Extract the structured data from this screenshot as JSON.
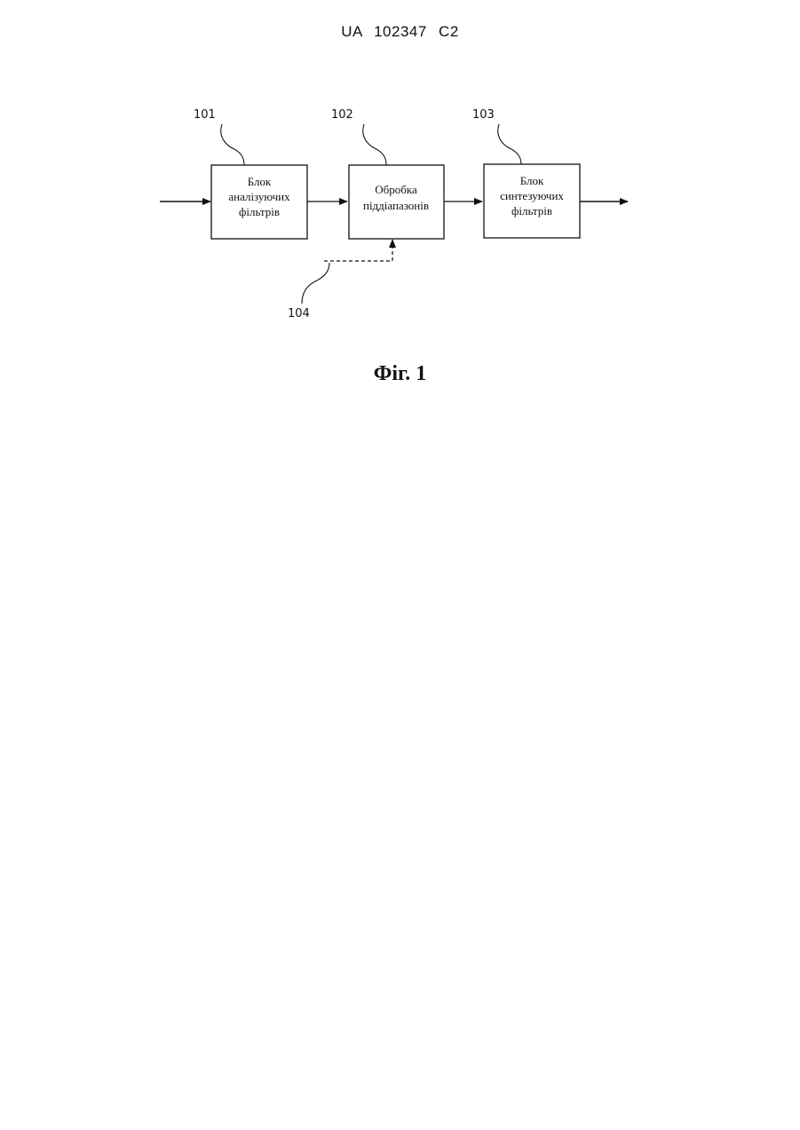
{
  "header": {
    "publication_number": "UA   102347   C2"
  },
  "diagram": {
    "blocks": [
      {
        "ref": "101",
        "lines": [
          "Блок",
          "аналізуючих",
          "фільтрів"
        ]
      },
      {
        "ref": "102",
        "lines": [
          "Обробка",
          "піддіапазонів"
        ]
      },
      {
        "ref": "103",
        "lines": [
          "Блок",
          "синтезуючих",
          "фільтрів"
        ]
      }
    ],
    "control_ref": "104"
  },
  "caption": "Фіг. 1"
}
